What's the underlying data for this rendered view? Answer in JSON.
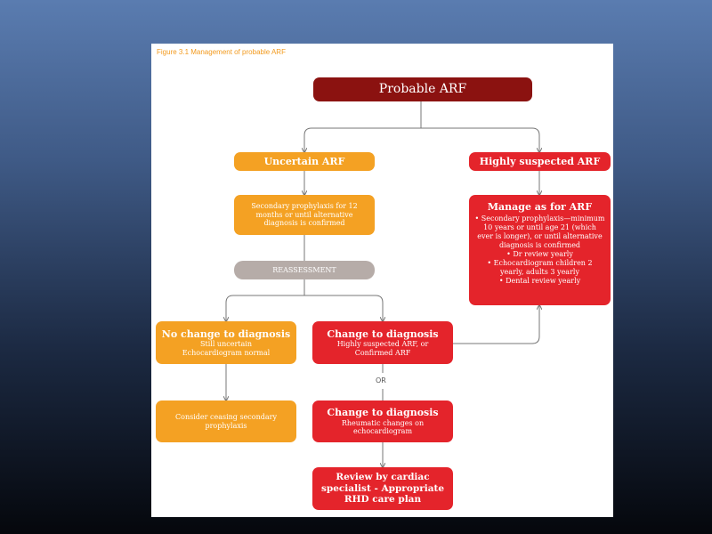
{
  "figure": {
    "title": "Figure 3.1 Management of probable ARF"
  },
  "nodes": {
    "probable": {
      "label": "Probable ARF"
    },
    "uncertain": {
      "label": "Uncertain ARF"
    },
    "highly": {
      "label": "Highly suspected ARF"
    },
    "secondary": {
      "text": "Secondary prophylaxis for 12 months or until alternative diagnosis is confirmed"
    },
    "manage": {
      "title": "Manage as for ARF",
      "items": [
        "Secondary prophylaxis—minimum 10 years or until age 21 (which ever is longer), or until alternative diagnosis is confirmed",
        "Dr review    yearly",
        "Echocardiogram    children 2 yearly, adults 3 yearly",
        "Dental review    yearly"
      ]
    },
    "reassessment": {
      "label": "REASSESSMENT"
    },
    "nochange": {
      "title": "No change to diagnosis",
      "line1": "Still uncertain",
      "line2": "Echocardiogram normal"
    },
    "change1": {
      "title": "Change to diagnosis",
      "text": "Highly suspected ARF, or Confirmed ARF"
    },
    "or": {
      "label": "OR"
    },
    "consider": {
      "text": "Consider ceasing secondary prophylaxis"
    },
    "change2": {
      "title": "Change to diagnosis",
      "text": "Rheumatic changes on echocardiogram"
    },
    "review": {
      "text": "Review by cardiac specialist - Appropriate RHD care plan"
    }
  }
}
